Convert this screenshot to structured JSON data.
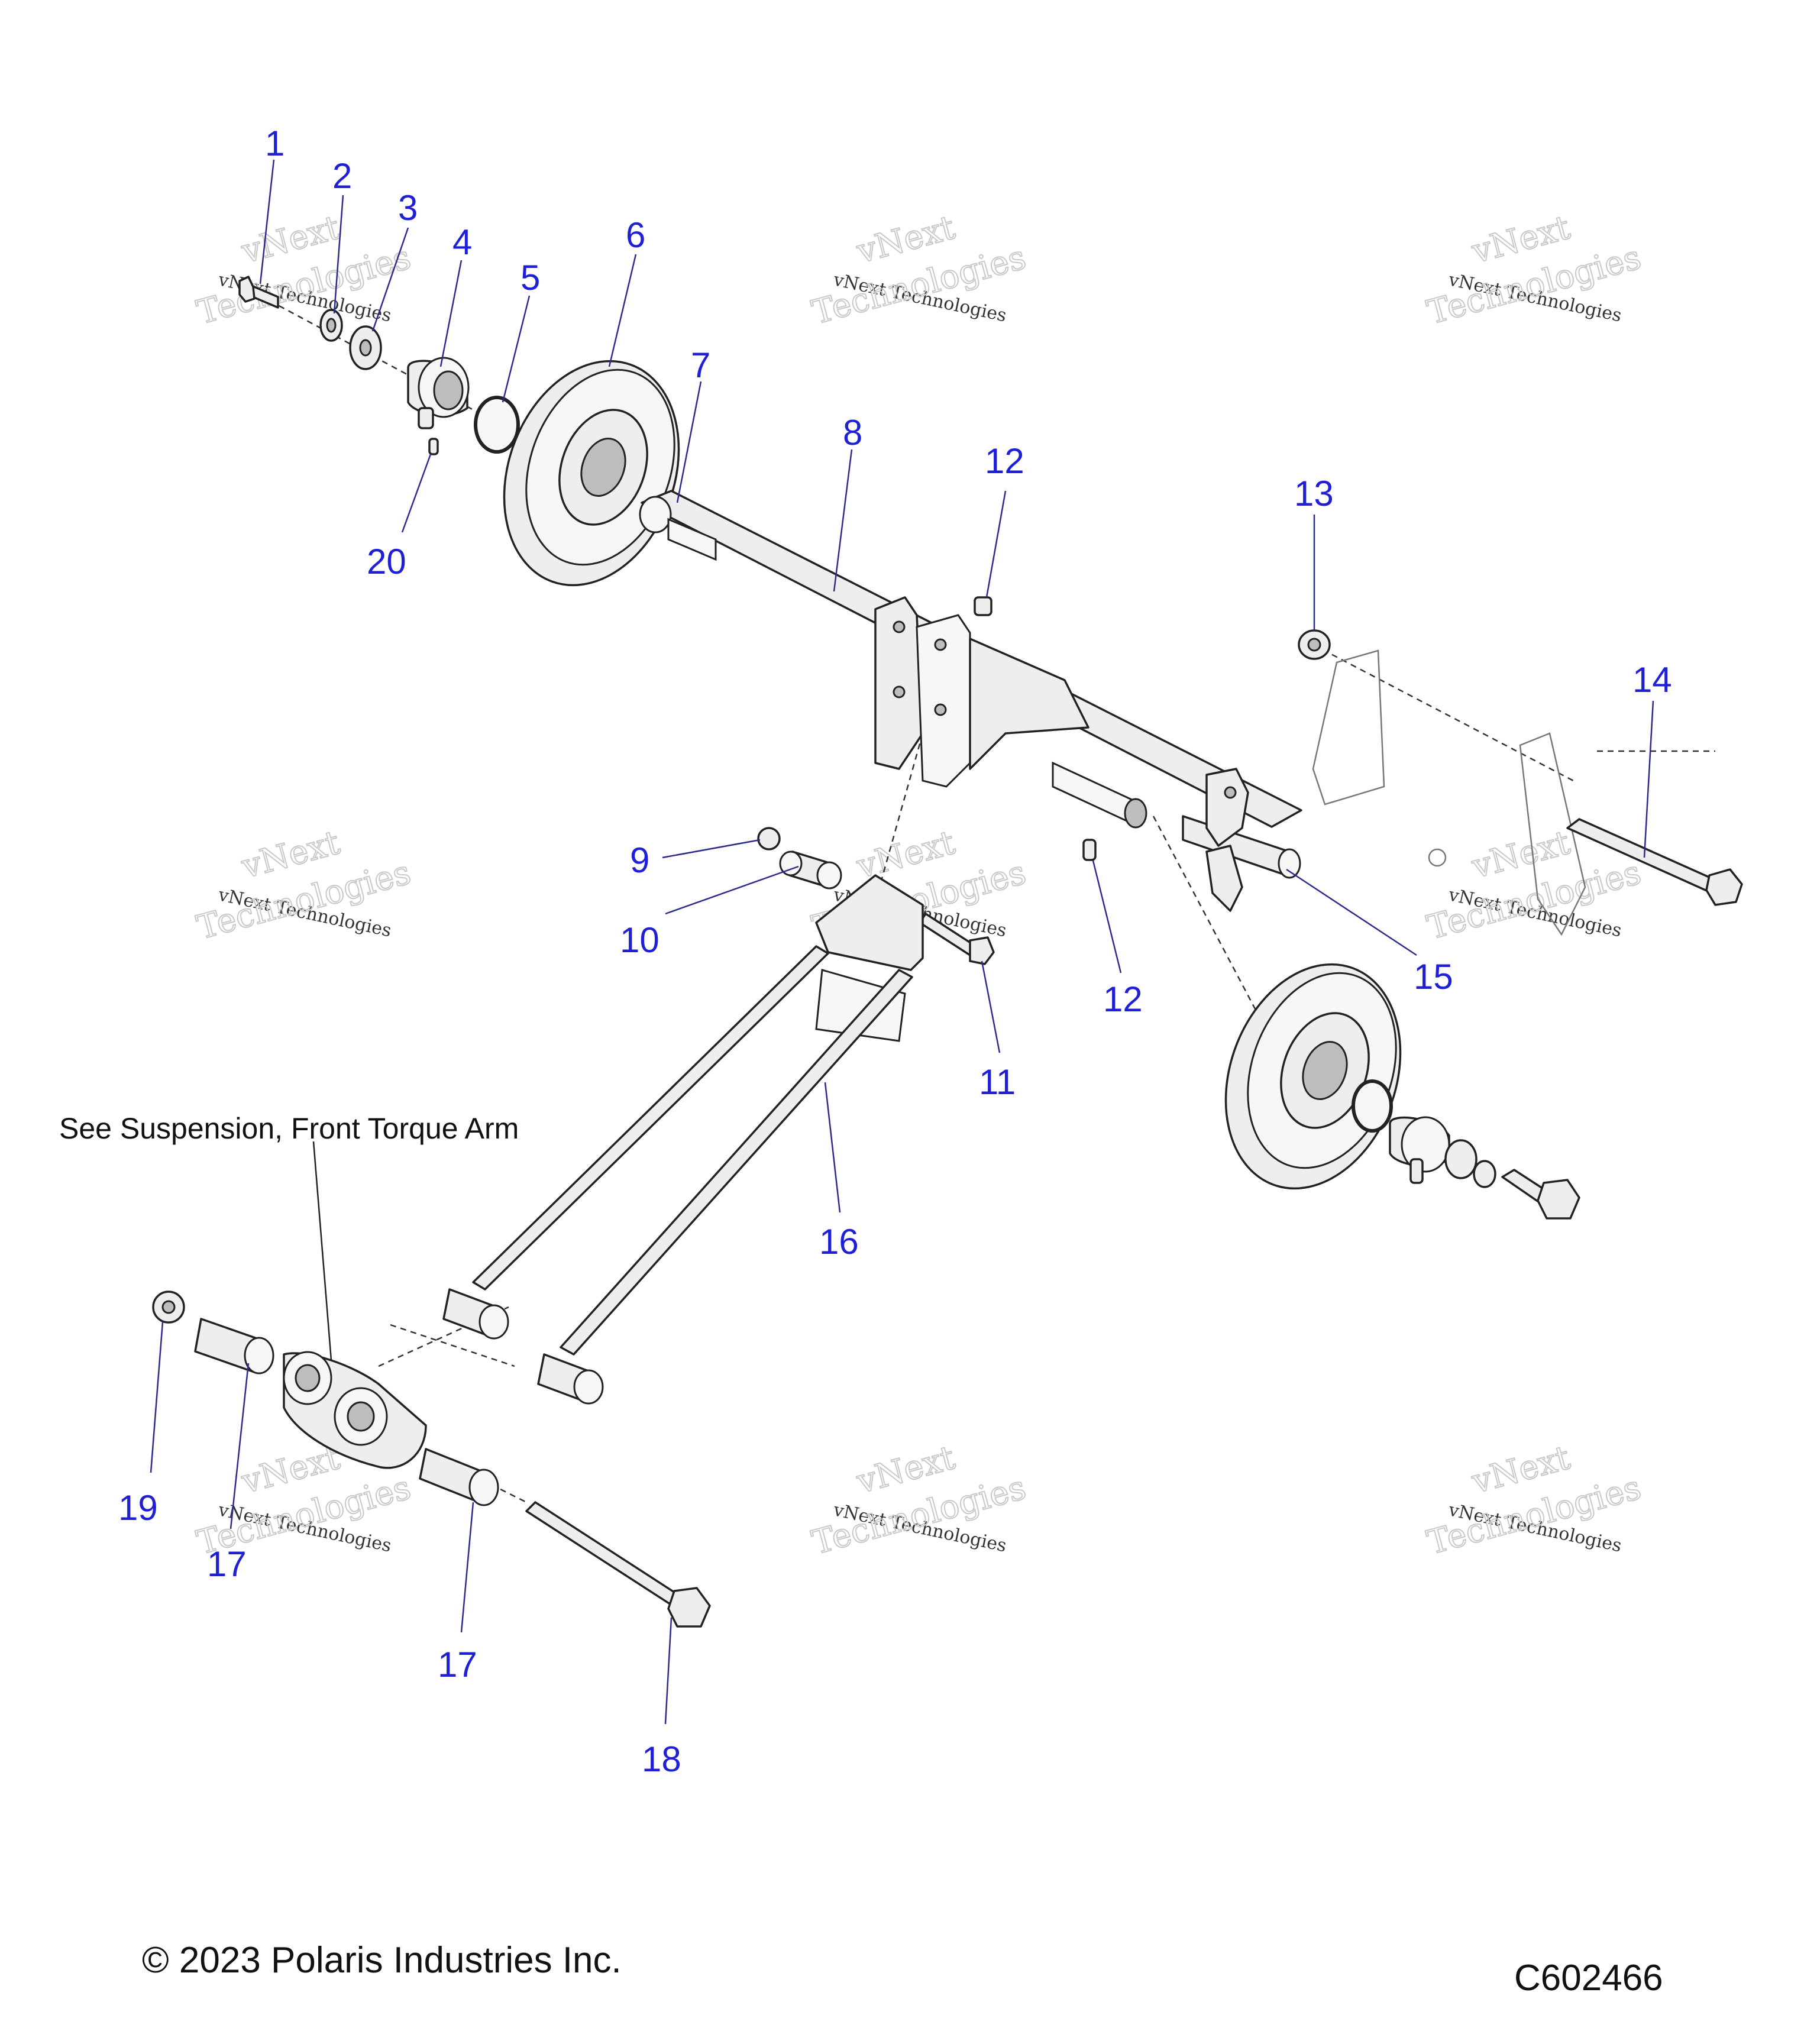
{
  "diagram": {
    "part_labels": [
      "1",
      "2",
      "3",
      "4",
      "5",
      "6",
      "7",
      "8",
      "12",
      "20",
      "13",
      "14",
      "9",
      "10",
      "12",
      "15",
      "11",
      "16",
      "19",
      "17",
      "17",
      "18"
    ],
    "note_text": "See Suspension, Front Torque Arm",
    "watermark_top": "vNext",
    "watermark_line": "vNext Technologies",
    "watermark_big": "Technologies",
    "copyright": "© 2023 Polaris Industries Inc.",
    "diagram_code": "C602466",
    "colors": {
      "label": "#1f1fd6",
      "line": "#222222",
      "part_fill": "#eeeeee"
    }
  }
}
